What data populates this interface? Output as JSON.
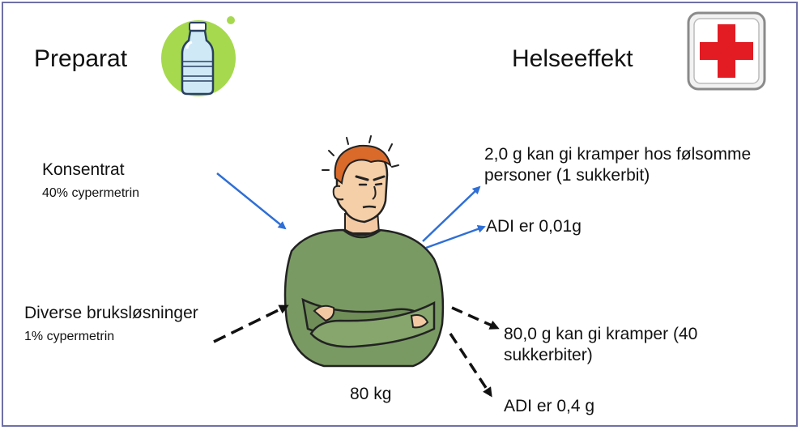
{
  "header": {
    "left_title": "Preparat",
    "left_icon": "water-bottle-icon",
    "right_title": "Helseeffekt",
    "right_icon": "red-cross-icon"
  },
  "inputs": {
    "concentrate": {
      "label": "Konsentrat",
      "detail": "40% cypermetrin"
    },
    "solutions": {
      "label": "Diverse bruksløsninger",
      "detail": "1% cypermetrin"
    }
  },
  "person": {
    "weight": "80 kg",
    "icon": "worried-man-illustration"
  },
  "effects": {
    "concentrate_1": "2,0 g  kan gi kramper hos følsomme personer (1 sukkerbit)",
    "concentrate_2": "ADI er 0,01g",
    "solutions_1": "80,0 g kan gi kramper (40 sukkerbiter)",
    "solutions_2": "ADI er 0,4 g"
  },
  "colors": {
    "frame": "#6f6fa8",
    "arrow_solid": "#2f6fd6",
    "arrow_dashed": "#111111",
    "bottle_bg": "#a6d94e",
    "cross": "#e31b23"
  }
}
